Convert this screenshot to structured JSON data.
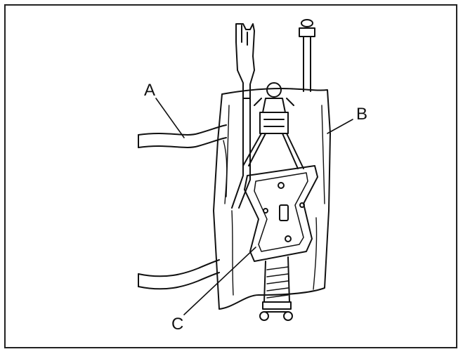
{
  "callouts": {
    "a": "A",
    "b": "B",
    "c": "C"
  },
  "colors": {
    "ink": "#111111",
    "paper": "#ffffff"
  }
}
